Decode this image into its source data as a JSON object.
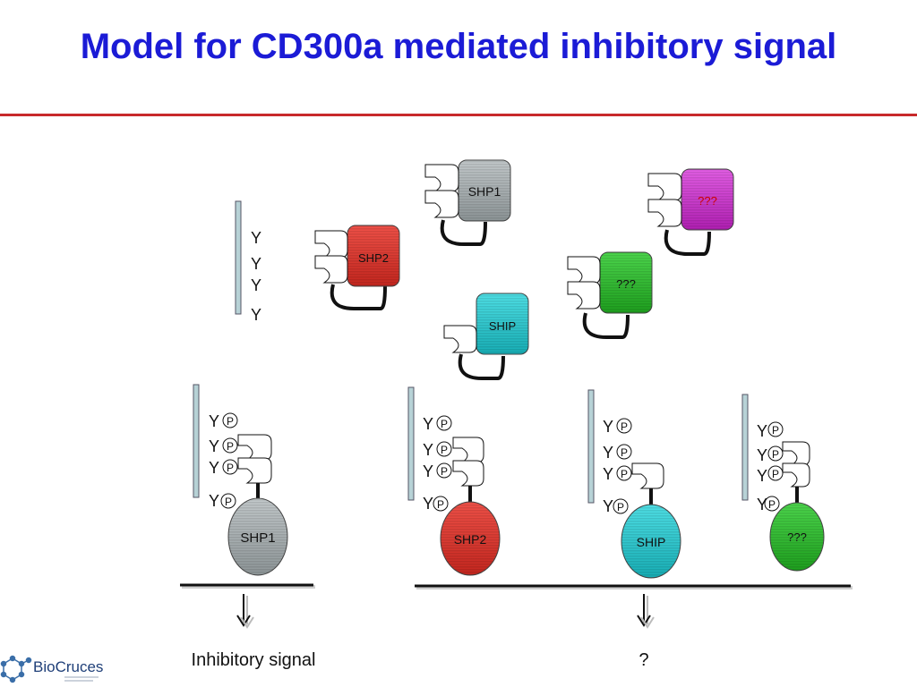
{
  "slide": {
    "title": "Model for CD300a mediated inhibitory signal"
  },
  "colors": {
    "title": "#1b1bd6",
    "rule": "#c8292b",
    "shp1": "#a8b0b2",
    "shp2": "#e53b33",
    "ship": "#2ccfd6",
    "unknown_green": "#2fc42f",
    "unknown_magenta": "#d437d6"
  },
  "free_receptor": {
    "tyrosines": [
      "Y",
      "Y",
      "Y",
      "Y"
    ]
  },
  "free_phosphatases": {
    "shp1": "SHP1",
    "shp2": "SHP2",
    "ship": "SHIP",
    "unknown_green": "???",
    "unknown_magenta": "???"
  },
  "complexes": [
    {
      "enzyme": "SHP1",
      "tyrosine": "Y",
      "phospho": "P"
    },
    {
      "enzyme": "SHP2",
      "tyrosine": "Y",
      "phospho": "P"
    },
    {
      "enzyme": "SHIP",
      "tyrosine": "Y",
      "phospho": "P"
    },
    {
      "enzyme": "???",
      "tyrosine": "Y",
      "phospho": "P"
    }
  ],
  "outputs": {
    "left": "Inhibitory signal",
    "right": "?"
  },
  "logo": {
    "name": "BioCruces"
  }
}
